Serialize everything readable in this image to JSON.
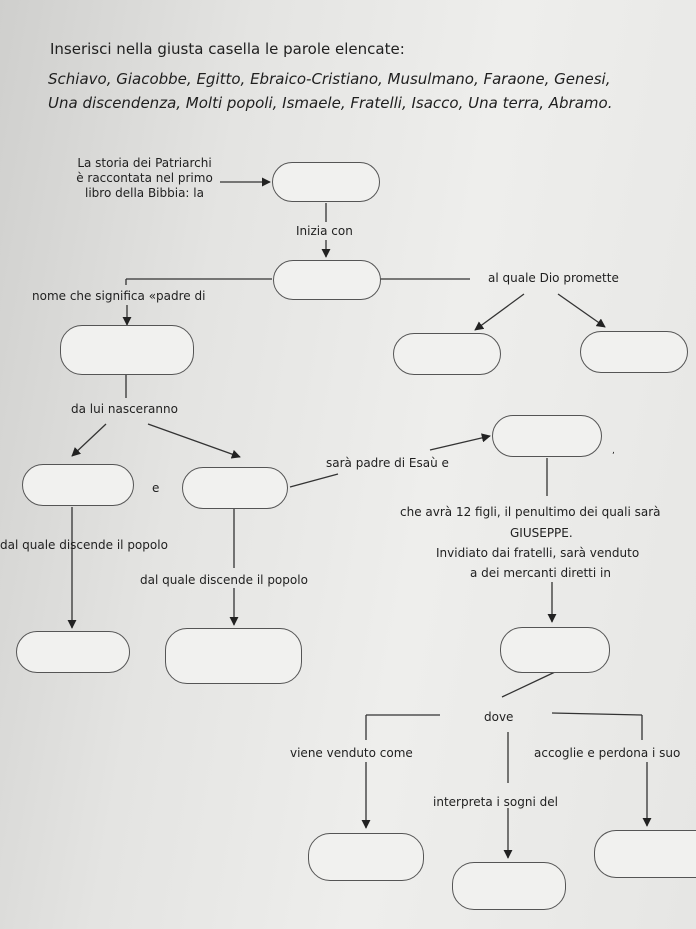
{
  "instruction": "Inserisci nella giusta casella le parole elencate:",
  "word_list_line1": "Schiavo, Giacobbe, Egitto, Ebraico-Cristiano, Musulmano, Faraone, Genesi,",
  "word_list_line2": "Una discendenza, Molti popoli, Ismaele, Fratelli, Isacco, Una terra, Abramo.",
  "labels": {
    "story_l1": "La storia dei Patriarchi",
    "story_l2": "è raccontata nel primo",
    "story_l3": "libro della Bibbia: la",
    "inizia_con": "Inizia con",
    "nome_padre": "nome che significa «padre di",
    "al_quale": "al quale Dio promette",
    "quote_close": "»",
    "da_lui": "da lui nasceranno",
    "e": "e",
    "padre_esau": "sarà padre di Esaù e",
    "comma": ",",
    "dodici_figli": "che avrà 12 figli, il penultimo dei quali sarà",
    "giuseppe": "GIUSEPPE.",
    "invidiato": "Invidiato dai fratelli, sarà venduto",
    "mercanti": "a dei mercanti diretti in",
    "dal_quale_1": "dal quale discende il popolo",
    "dal_quale_2": "dal quale discende il popolo",
    "dove": "dove",
    "venduto_come": "viene venduto come",
    "accoglie": "accoglie e perdona i suo",
    "interpreta": "interpreta i sogni del"
  }
}
